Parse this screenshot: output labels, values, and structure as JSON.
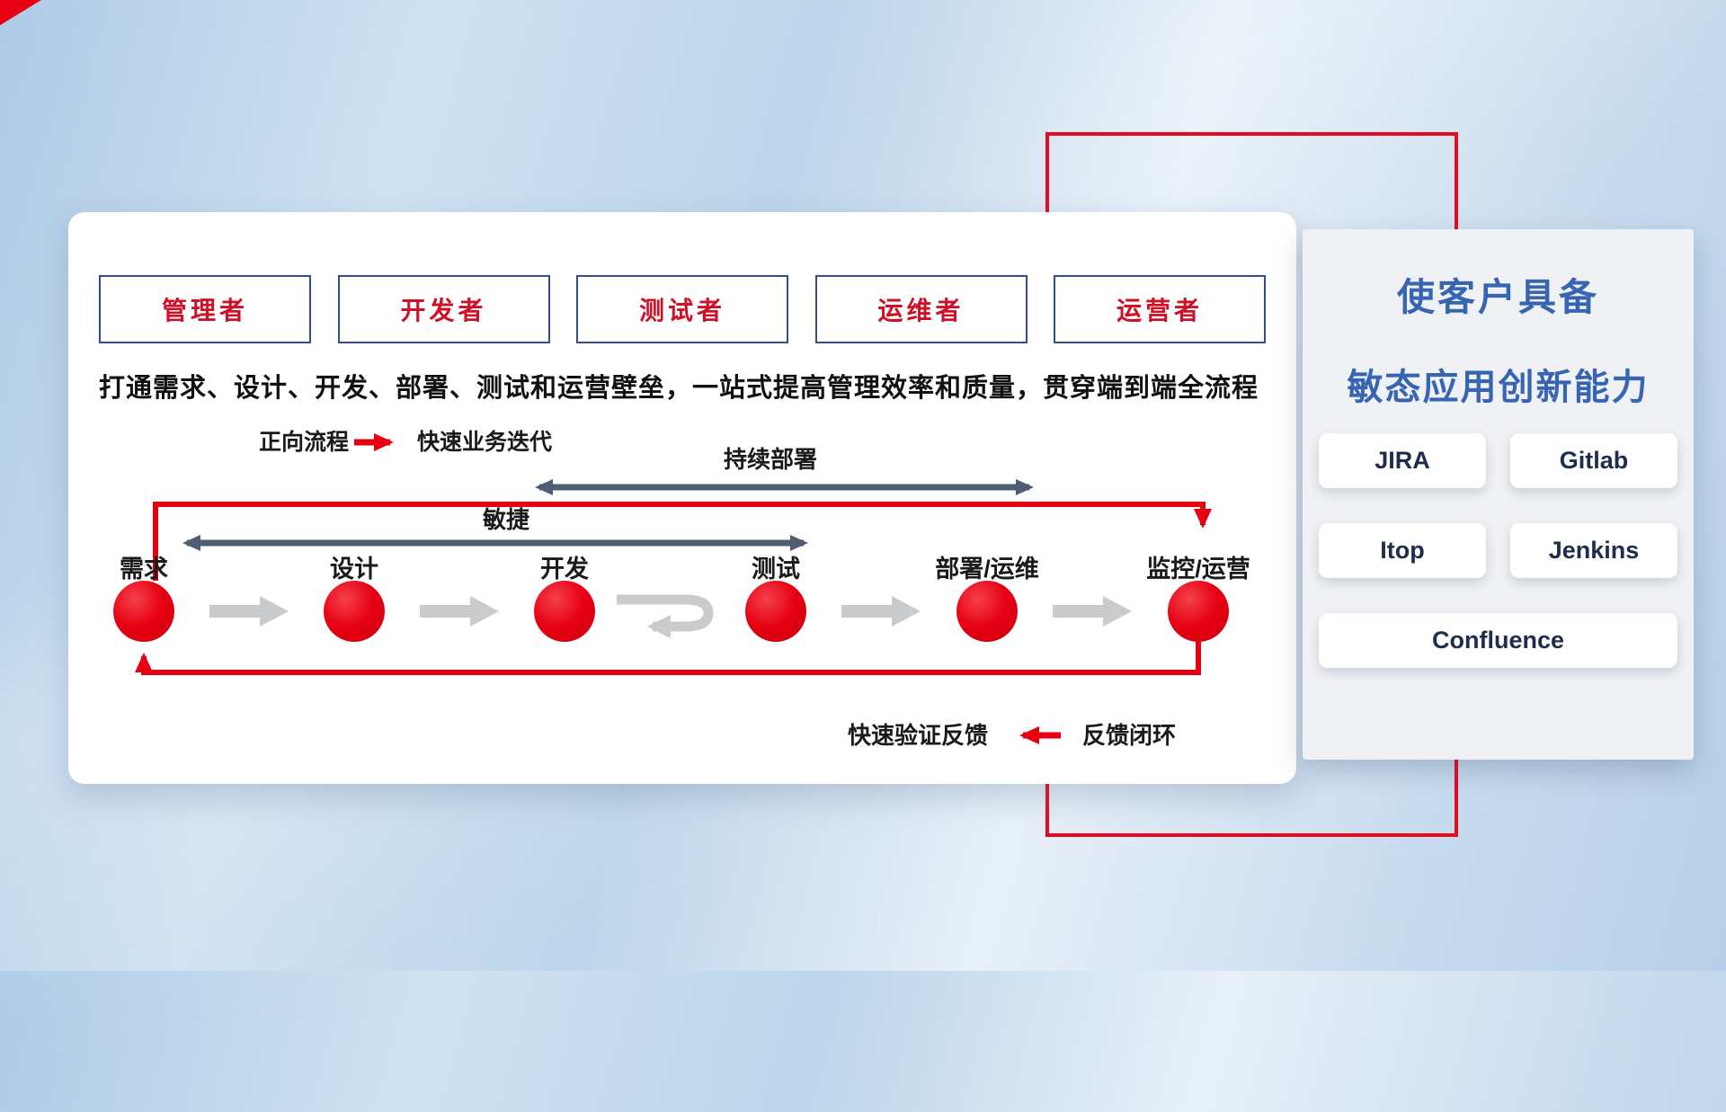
{
  "roles": [
    {
      "label": "管理者"
    },
    {
      "label": "开发者"
    },
    {
      "label": "测试者"
    },
    {
      "label": "运维者"
    },
    {
      "label": "运营者"
    }
  ],
  "description": "打通需求、设计、开发、部署、测试和运营壁垒，一站式提高管理效率和质量，贯穿端到端全流程",
  "legend_forward": {
    "label": "正向流程",
    "value": "快速业务迭代"
  },
  "flow_arrows": {
    "continuous_deploy": "持续部署",
    "agile": "敏捷"
  },
  "stages": [
    {
      "label": "需求"
    },
    {
      "label": "设计"
    },
    {
      "label": "开发"
    },
    {
      "label": "测试"
    },
    {
      "label": "部署/运维"
    },
    {
      "label": "监控/运营"
    }
  ],
  "legend_feedback": {
    "label": "快速验证反馈",
    "value": "反馈闭环"
  },
  "panel": {
    "title_line1": "使客户具备",
    "title_line2": "敏态应用创新能力",
    "tools": [
      "JIRA",
      "Gitlab",
      "Itop",
      "Jenkins",
      "Confluence"
    ]
  },
  "colors": {
    "accent_red": "#e60012",
    "arrow_dark": "#4e5d70",
    "arrow_gray": "#c9cbcd",
    "title_blue": "#3765b1",
    "tool_text": "#1d2c4f",
    "role_text": "#d01027",
    "role_border": "#33508e"
  }
}
